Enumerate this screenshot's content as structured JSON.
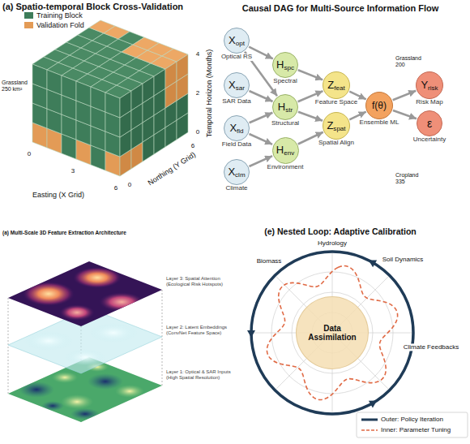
{
  "diagram": {
    "nodes": [
      {
        "text": [
          "Xopt",
          "Optical RS"
        ]
      },
      {
        "text": [
          "Xsar",
          "SAR Data"
        ]
      },
      {
        "text": [
          "Xfld",
          "Field Data"
        ]
      },
      {
        "text": [
          "Xclm",
          "Climate"
        ]
      },
      {
        "text": [
          "Hspc",
          "Spectral"
        ]
      },
      {
        "text": [
          "Hstr",
          "Structural"
        ]
      },
      {
        "text": [
          "Henv",
          "Environment"
        ]
      },
      {
        "text": [
          "Zfeat",
          "Feature Space"
        ]
      },
      {
        "text": [
          "Zspat",
          "Spatial Align"
        ]
      },
      {
        "text": [
          "f(θ)",
          "Ensemble ML"
        ]
      },
      {
        "text": [
          "Yrisk",
          "Risk Map"
        ]
      },
      {
        "text": [
          "ε",
          "Uncertainty"
        ]
      },
      {
        "text": [
          "Data Assimilation"
        ]
      }
    ],
    "edges": [
      {
        "from": 0,
        "to": 4,
        "arrow": "to"
      },
      {
        "from": 0,
        "to": 5,
        "arrow": "to"
      },
      {
        "from": 1,
        "to": 5,
        "arrow": "to"
      },
      {
        "from": 2,
        "to": 5,
        "arrow": "to"
      },
      {
        "from": 2,
        "to": 6,
        "arrow": "to"
      },
      {
        "from": 3,
        "to": 6,
        "arrow": "to"
      },
      {
        "from": 4,
        "to": 7,
        "arrow": "to"
      },
      {
        "from": 5,
        "to": 7,
        "arrow": "to"
      },
      {
        "from": 5,
        "to": 8,
        "arrow": "to"
      },
      {
        "from": 6,
        "to": 8,
        "arrow": "to"
      },
      {
        "from": 7,
        "to": 9,
        "arrow": "to"
      },
      {
        "from": 8,
        "to": 9,
        "arrow": "to"
      },
      {
        "from": 9,
        "to": 10,
        "arrow": "to"
      },
      {
        "from": 9,
        "to": 11,
        "arrow": "to"
      }
    ],
    "labels": [
      "(a) Spatio-temporal Block Cross-Validation",
      "Grassland 250 km²",
      "Easting (X Grid)",
      "Northing (Y Grid)",
      "Temporal Horizon (Months)",
      "0",
      "3",
      "6",
      "0",
      "6",
      "0",
      "2",
      "4",
      "Causal DAG for Multi-Source Information Flow",
      "Grassland 200",
      "Cropland 335",
      "(a) Multi-Scale 3D Feature Extraction Architecture",
      "Layer 3: Spatial Attention (Ecological Risk Hotspots)",
      "Layer 2: Latent Embeddings (ConvNet Feature Space)",
      "Layer 1: Optical & SAR Inputs (High Spatial Resolution)",
      "(e) Nested Loop: Adaptive Calibration",
      "Hydrology",
      "Soil Dynamics",
      "Climate Feedbacks",
      "Biomass"
    ],
    "legend": [
      {
        "text": "Training Block",
        "color": "#3e7d5a"
      },
      {
        "text": "Validation Fold",
        "color": "#e39b56"
      },
      {
        "text": "Outer: Policy Iteration"
      },
      {
        "text": "Inner: Parameter Tuning"
      }
    ]
  }
}
